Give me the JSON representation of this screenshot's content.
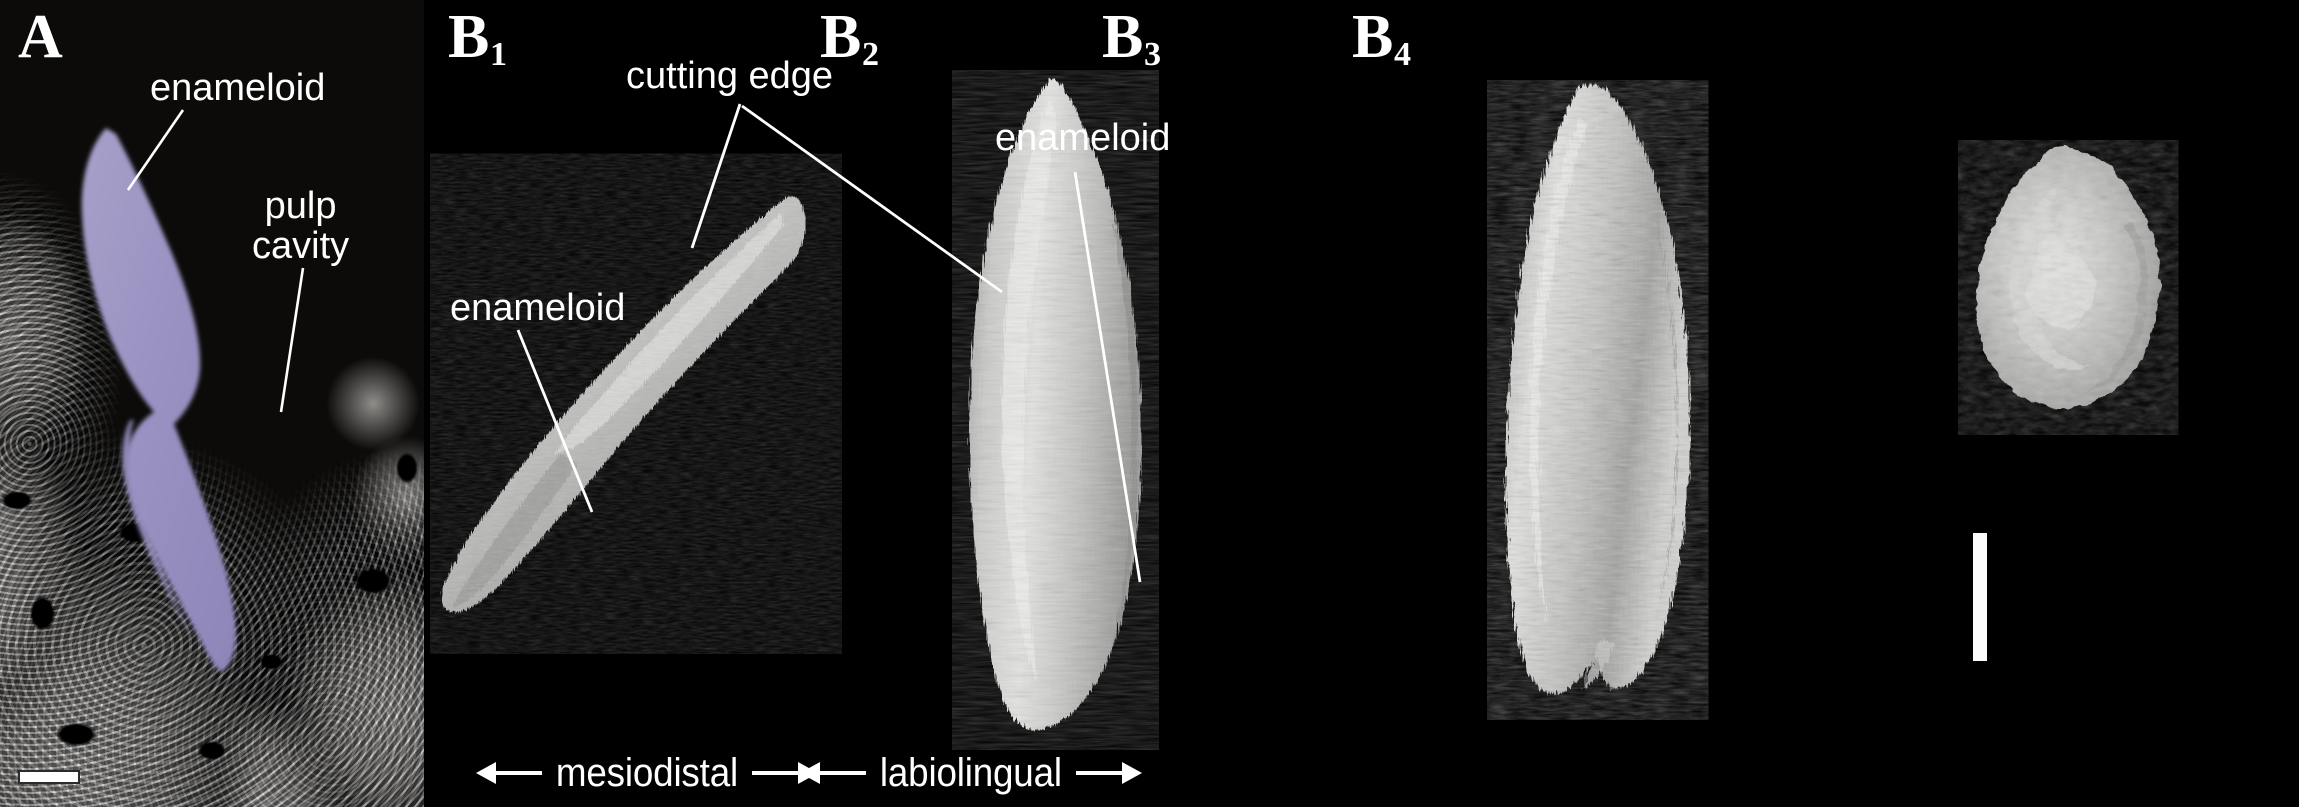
{
  "figure": {
    "background_color": "#000000",
    "text_color": "#ffffff",
    "highlight_color": "#9a92c2"
  },
  "panel_a": {
    "label": "A",
    "annotations": [
      {
        "id": "enameloid",
        "text": "enameloid"
      },
      {
        "id": "pulp-cavity",
        "text": "pulp\ncavity"
      }
    ],
    "scale_bar": {
      "orientation": "horizontal",
      "color": "#ffffff"
    },
    "highlighted_structure": "enameloid",
    "highlight_color": "#9a92c2"
  },
  "panel_b": {
    "subpanels": [
      {
        "id": "b1",
        "letter": "B",
        "subscript": "1"
      },
      {
        "id": "b2",
        "letter": "B",
        "subscript": "2"
      },
      {
        "id": "b3",
        "letter": "B",
        "subscript": "3"
      },
      {
        "id": "b4",
        "letter": "B",
        "subscript": "4"
      }
    ],
    "annotations": [
      {
        "id": "b1-enameloid",
        "text": "enameloid"
      },
      {
        "id": "cutting-edge",
        "text": "cutting edge"
      },
      {
        "id": "b3-enameloid",
        "text": "enameloid"
      }
    ],
    "orientation_labels": [
      {
        "id": "mesiodistal",
        "text": "mesiodistal",
        "left_arrow": true,
        "right_arrow": true
      },
      {
        "id": "labiolingual",
        "text": "labiolingual",
        "left_arrow": true,
        "right_arrow": true
      }
    ],
    "scale_bar": {
      "orientation": "vertical",
      "color": "#ffffff"
    }
  }
}
